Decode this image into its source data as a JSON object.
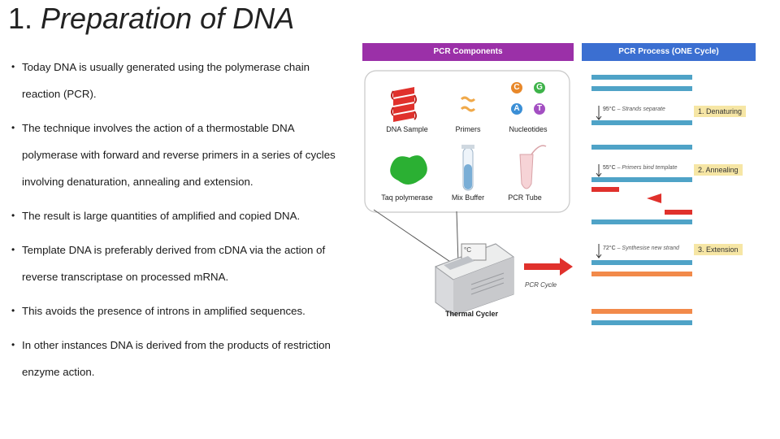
{
  "slide": {
    "title_number": "1.",
    "title_text": "Preparation of DNA"
  },
  "bullets": [
    "Today DNA is usually generated using the polymerase chain reaction (PCR).",
    "The technique involves the action of a thermostable DNA polymerase with forward and reverse primers in a series of cycles involving denaturation, annealing and extension.",
    "The result is large quantities of amplified and copied DNA.",
    "Template DNA is preferably derived from cDNA via the action of reverse transcriptase on processed mRNA.",
    "This avoids the presence of introns in amplified sequences.",
    "In other instances DNA is derived from the products of restriction enzyme action."
  ],
  "figure": {
    "components_header": "PCR Components",
    "process_header": "PCR Process  (ONE Cycle)",
    "components": {
      "dna_sample": "DNA Sample",
      "primers": "Primers",
      "nucleotides": "Nucleotides",
      "taq": "Taq polymerase",
      "buffer": "Mix Buffer",
      "tube": "PCR Tube"
    },
    "nucleotide_letters": {
      "c": "C",
      "g": "G",
      "a": "A",
      "t": "T"
    },
    "steps": {
      "s1": "1. Denaturing",
      "s2": "2. Annealing",
      "s3": "3. Extension"
    },
    "temps": {
      "t1": "95°C",
      "t1_note": "– Strands separate",
      "t2": "55°C",
      "t2_note": "– Primers bind template",
      "t3": "72°C",
      "t3_note": "– Synthesise new strand"
    },
    "cycler_label": "Thermal Cycler",
    "cycle_label": "PCR Cycle",
    "cycler_display": "°C",
    "colors": {
      "components_header": "#9b30a8",
      "process_header": "#3b6fd1",
      "dna_strand": "#4fa3c7",
      "new_strand": "#f28a4a",
      "primer": "#e0312c",
      "taq": "#2bb033",
      "step_box": "#f6e6a5",
      "nuc_c": "#e8882a",
      "nuc_g": "#3eb34a",
      "nuc_a": "#3b8fd6",
      "nuc_t": "#a34fc2"
    }
  }
}
